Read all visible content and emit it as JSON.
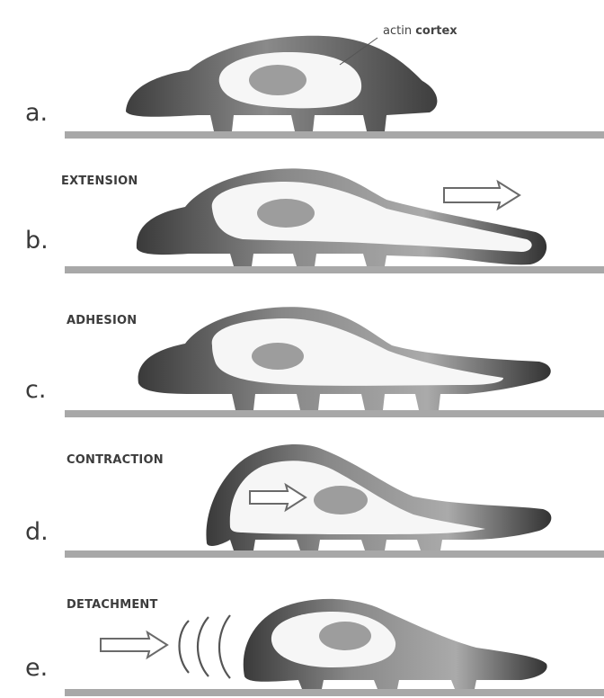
{
  "callout": {
    "prefix": "actin ",
    "emphasis": "cortex"
  },
  "panels": [
    {
      "letter": "a.",
      "title": ""
    },
    {
      "letter": "b.",
      "title": "EXTENSION"
    },
    {
      "letter": "c.",
      "title": "ADHESION"
    },
    {
      "letter": "d.",
      "title": "CONTRACTION"
    },
    {
      "letter": "e.",
      "title": "DETACHMENT"
    }
  ],
  "colors": {
    "cortex_dark": "#4a4a4a",
    "cortex_mid": "#9a9a9a",
    "cytoplasm": "#f6f6f6",
    "nucleus": "#9d9d9d",
    "substrate": "#a8a8a8"
  }
}
